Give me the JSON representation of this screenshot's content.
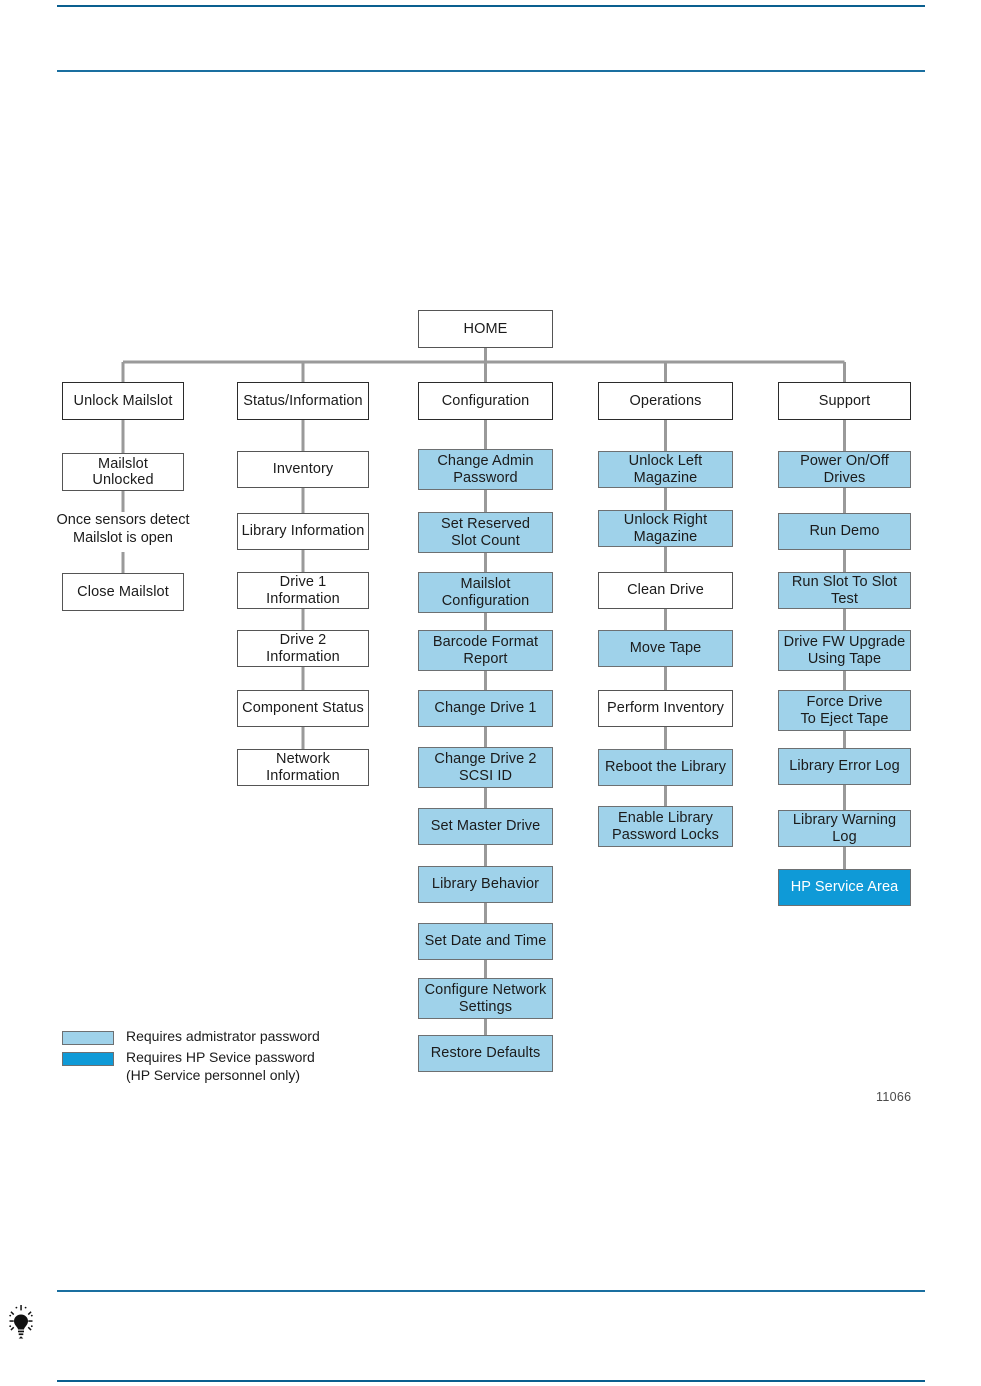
{
  "page": {
    "figure_id": "11066",
    "tip_icon": "lightbulb-tip-icon",
    "colors": {
      "rule_blue": "#0a5f8f",
      "admin_fill": "#9fd2ea",
      "service_fill": "#0f9ad7",
      "node_border": "#555555",
      "connector": "#9a9a9a"
    }
  },
  "diagram": {
    "type": "tree",
    "root": {
      "label": "HOME"
    },
    "columns": [
      {
        "name": "unlock-mailslot",
        "header": "Unlock Mailslot",
        "items": [
          {
            "label": "Mailslot Unlocked",
            "access": "none"
          },
          {
            "label": "Once sensors detect\nMailslot is open",
            "access": "annotation"
          },
          {
            "label": "Close Mailslot",
            "access": "none"
          }
        ]
      },
      {
        "name": "status-information",
        "header": "Status/Information",
        "items": [
          {
            "label": "Inventory",
            "access": "none"
          },
          {
            "label": "Library Information",
            "access": "none"
          },
          {
            "label": "Drive 1 Information",
            "access": "none"
          },
          {
            "label": "Drive 2 Information",
            "access": "none"
          },
          {
            "label": "Component Status",
            "access": "none"
          },
          {
            "label": "Network Information",
            "access": "none"
          }
        ]
      },
      {
        "name": "configuration",
        "header": "Configuration",
        "items": [
          {
            "label": "Change Admin\nPassword",
            "access": "admin"
          },
          {
            "label": "Set Reserved\nSlot Count",
            "access": "admin"
          },
          {
            "label": "Mailslot\nConfiguration",
            "access": "admin"
          },
          {
            "label": "Barcode Format\nReport",
            "access": "admin"
          },
          {
            "label": "Change Drive 1",
            "access": "admin"
          },
          {
            "label": "Change Drive 2\nSCSI ID",
            "access": "admin"
          },
          {
            "label": "Set Master Drive",
            "access": "admin"
          },
          {
            "label": "Library Behavior",
            "access": "admin"
          },
          {
            "label": "Set  Date and Time",
            "access": "admin"
          },
          {
            "label": "Configure Network\nSettings",
            "access": "admin"
          },
          {
            "label": "Restore Defaults",
            "access": "admin"
          }
        ]
      },
      {
        "name": "operations",
        "header": "Operations",
        "items": [
          {
            "label": "Unlock Left Magazine",
            "access": "admin"
          },
          {
            "label": "Unlock Right Magazine",
            "access": "admin"
          },
          {
            "label": "Clean Drive",
            "access": "none"
          },
          {
            "label": "Move Tape",
            "access": "admin"
          },
          {
            "label": "Perform Inventory",
            "access": "none"
          },
          {
            "label": "Reboot the Library",
            "access": "admin"
          },
          {
            "label": "Enable Library\nPassword Locks",
            "access": "admin"
          }
        ]
      },
      {
        "name": "support",
        "header": "Support",
        "items": [
          {
            "label": "Power On/Off Drives",
            "access": "admin"
          },
          {
            "label": "Run Demo",
            "access": "admin"
          },
          {
            "label": "Run Slot To Slot Test",
            "access": "admin"
          },
          {
            "label": "Drive FW Upgrade\nUsing Tape",
            "access": "admin"
          },
          {
            "label": "Force Drive\nTo Eject Tape",
            "access": "admin"
          },
          {
            "label": "Library Error Log",
            "access": "admin"
          },
          {
            "label": "Library Warning Log",
            "access": "admin"
          },
          {
            "label": "HP Service Area",
            "access": "service"
          }
        ]
      }
    ]
  },
  "legend": {
    "items": [
      {
        "swatch": "admin",
        "text": "Requires admistrator password"
      },
      {
        "swatch": "service",
        "text": "Requires HP Sevice password\n(HP Service personnel only)"
      }
    ]
  }
}
